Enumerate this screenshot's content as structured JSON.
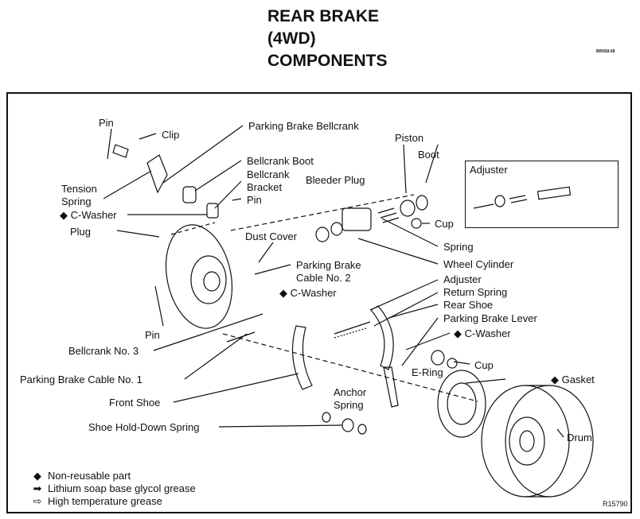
{
  "title": {
    "line1": "REAR BRAKE",
    "line2": "(4WD)",
    "line3": "COMPONENTS"
  },
  "code_small": "BR0S8-08",
  "figure_id": "R15790",
  "adjuster_box_title": "Adjuster",
  "labels": {
    "pin_top": "Pin",
    "clip": "Clip",
    "parking_brake_bellcrank": "Parking Brake Bellcrank",
    "piston": "Piston",
    "boot": "Boot",
    "bellcrank_boot": "Bellcrank Boot",
    "bellcrank_bracket_1": "Bellcrank",
    "bellcrank_bracket_2": "Bracket",
    "pin_mid": "Pin",
    "bleeder_plug": "Bleeder Plug",
    "tension_spring_1": "Tension",
    "tension_spring_2": "Spring",
    "c_washer_left": "◆ C-Washer",
    "cup_top": "Cup",
    "plug": "Plug",
    "dust_cover": "Dust Cover",
    "spring": "Spring",
    "wheel_cylinder": "Wheel Cylinder",
    "parking_brake_cable_2_a": "Parking Brake",
    "parking_brake_cable_2_b": "Cable No. 2",
    "adjuster": "Adjuster",
    "c_washer_mid": "◆ C-Washer",
    "return_spring": "Return Spring",
    "rear_shoe": "Rear Shoe",
    "parking_brake_lever": "Parking Brake Lever",
    "pin_bottom": "Pin",
    "c_washer_right": "◆ C-Washer",
    "bellcrank_no3": "Bellcrank No. 3",
    "cup_bottom": "Cup",
    "parking_brake_cable_1": "Parking Brake Cable No. 1",
    "e_ring": "E-Ring",
    "gasket": "◆ Gasket",
    "front_shoe": "Front Shoe",
    "anchor_spring_1": "Anchor",
    "anchor_spring_2": "Spring",
    "shoe_hold_down_spring": "Shoe Hold-Down Spring",
    "drum": "Drum"
  },
  "legend": [
    {
      "icon": "diamond-icon",
      "glyph": "◆",
      "text": "Non-reusable part"
    },
    {
      "icon": "filled-arrow-icon",
      "glyph": "➡",
      "text": "Lithium soap base glycol grease"
    },
    {
      "icon": "outline-arrow-icon",
      "glyph": "⇨",
      "text": "High temperature grease"
    }
  ]
}
